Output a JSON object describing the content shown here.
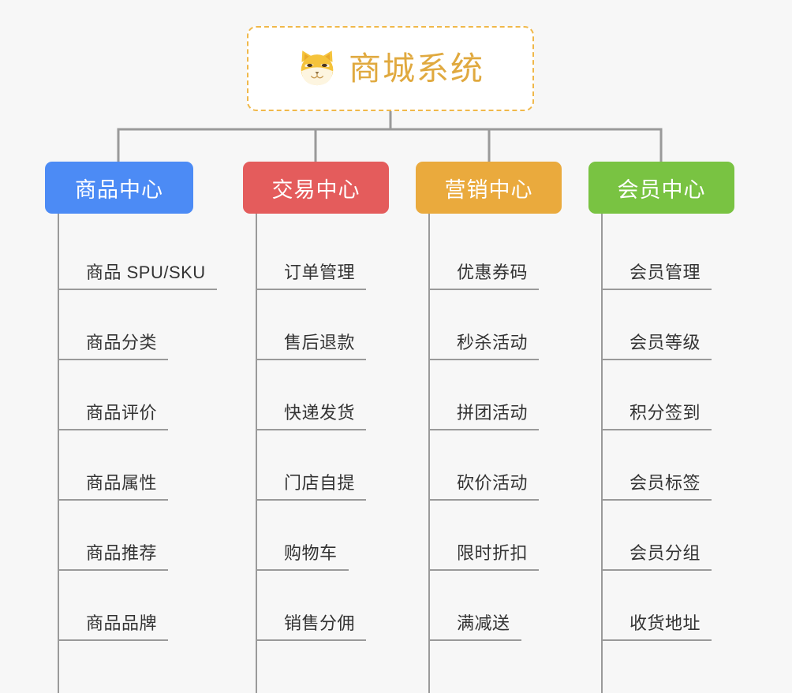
{
  "page": {
    "background_color": "#f7f7f7",
    "line_color": "#9a9a9a"
  },
  "root": {
    "title": "商城系统",
    "icon": "shiba-dog-face-icon",
    "title_color": "#e0a93f",
    "border_color": "#f0b84a",
    "background_color": "#ffffff"
  },
  "branches": [
    {
      "label": "商品中心",
      "color": "#4c8bf5",
      "items": [
        "商品 SPU/SKU",
        "商品分类",
        "商品评价",
        "商品属性",
        "商品推荐",
        "商品品牌"
      ]
    },
    {
      "label": "交易中心",
      "color": "#e45c5c",
      "items": [
        "订单管理",
        "售后退款",
        "快递发货",
        "门店自提",
        "购物车",
        "销售分佣"
      ]
    },
    {
      "label": "营销中心",
      "color": "#eaaa3d",
      "items": [
        "优惠券码",
        "秒杀活动",
        "拼团活动",
        "砍价活动",
        "限时折扣",
        "满减送"
      ]
    },
    {
      "label": "会员中心",
      "color": "#79c342",
      "items": [
        "会员管理",
        "会员等级",
        "积分签到",
        "会员标签",
        "会员分组",
        "收货地址"
      ]
    }
  ]
}
